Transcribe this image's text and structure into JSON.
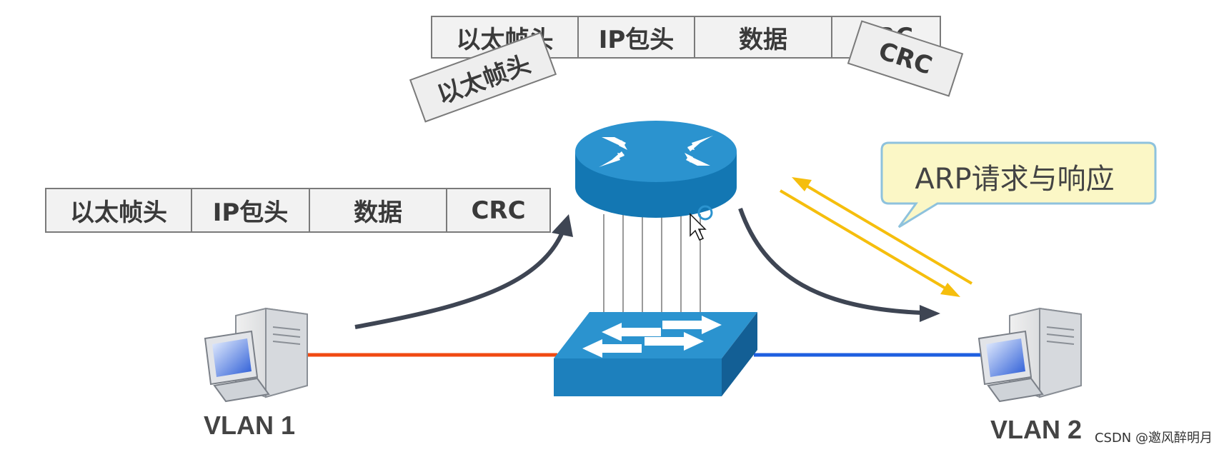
{
  "frame_top": {
    "cells": [
      "以太帧头",
      "IP包头",
      "数据",
      "CRC"
    ]
  },
  "frame_left": {
    "cells": [
      "以太帧头",
      "IP包头",
      "数据",
      "CRC"
    ]
  },
  "floating_tags": {
    "header": "以太帧头",
    "crc": "CRC"
  },
  "callout": {
    "text": "ARP请求与响应"
  },
  "hosts": {
    "left": "VLAN 1",
    "right": "VLAN 2"
  },
  "watermark": "CSDN @邀风醉明月",
  "colors": {
    "router": "#1f86c2",
    "switch": "#1f86c2",
    "vlan1_link": "#f04a12",
    "vlan2_link": "#1e5fe0",
    "arp_arrows": "#f5be0d",
    "flow_arrows": "#3e4553",
    "callout_fill": "#fbf7c6",
    "callout_border": "#8ec2dd"
  }
}
